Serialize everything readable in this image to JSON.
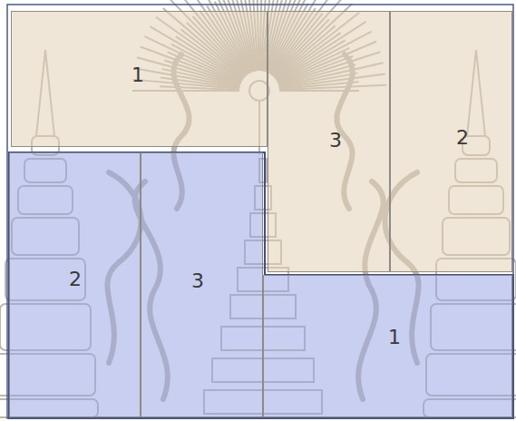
{
  "diagram": {
    "nodes": [
      {
        "text": [
          "1"
        ]
      },
      {
        "text": [
          "3"
        ]
      },
      {
        "text": [
          "2"
        ]
      },
      {
        "text": [
          "2"
        ]
      },
      {
        "text": [
          "3"
        ]
      },
      {
        "text": [
          "1"
        ]
      }
    ]
  }
}
